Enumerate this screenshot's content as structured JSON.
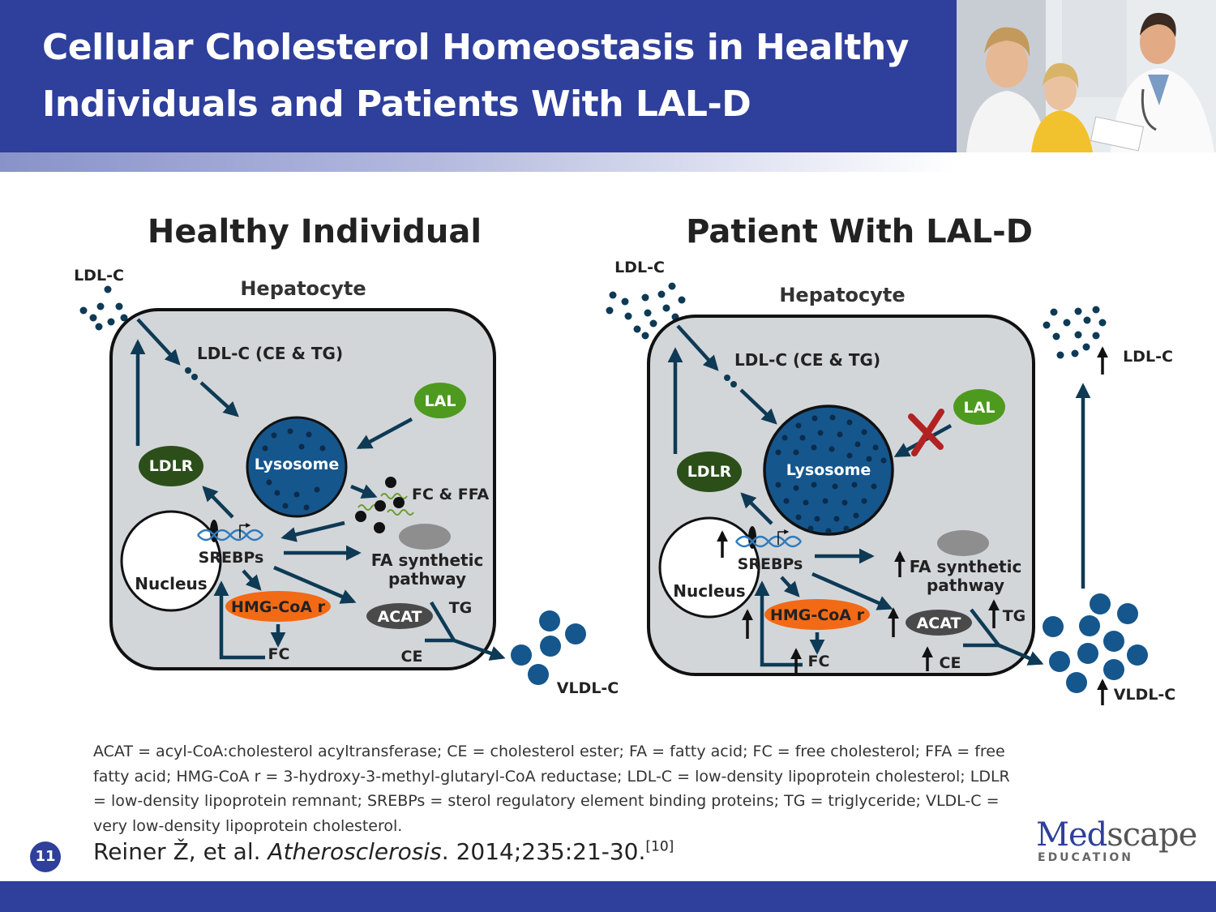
{
  "header": {
    "title_line1": "Cellular Cholesterol Homeostasis in Healthy",
    "title_line2": "Individuals and Patients With LAL-D"
  },
  "panels": {
    "healthy": {
      "title": "Healthy Individual",
      "cell_label": "Hepatocyte",
      "ldl_c_in": "LDL-C",
      "ldl_ce_tg": "LDL-C (CE & TG)",
      "lal": "LAL",
      "ldlr": "LDLR",
      "lysosome": "Lysosome",
      "fc_ffa": "FC & FFA",
      "nucleus": "Nucleus",
      "srebps": "SREBPs",
      "fa_line1": "FA synthetic",
      "fa_line2": "pathway",
      "hmg": "HMG-CoA r",
      "acat": "ACAT",
      "tg": "TG",
      "fc": "FC",
      "ce": "CE",
      "vldl": "VLDL-C"
    },
    "lald": {
      "title": "Patient With LAL-D",
      "cell_label": "Hepatocyte",
      "ldl_c_in": "LDL-C",
      "ldl_c_out": "LDL-C",
      "ldl_ce_tg": "LDL-C (CE & TG)",
      "lal": "LAL",
      "ldlr": "LDLR",
      "lysosome": "Lysosome",
      "nucleus": "Nucleus",
      "srebps": "SREBPs",
      "fa_line1": "FA synthetic",
      "fa_line2": "pathway",
      "hmg": "HMG-CoA r",
      "acat": "ACAT",
      "tg": "TG",
      "fc": "FC",
      "ce": "CE",
      "vldl": "VLDL-C"
    }
  },
  "footnote": "ACAT = acyl-CoA:cholesterol acyltransferase; CE = cholesterol ester; FA = fatty acid; FC = free cholesterol; FFA = free fatty acid; HMG-CoA r = 3-hydroxy-3-methyl-glutaryl-CoA reductase; LDL-C = low-density lipoprotein cholesterol; LDLR = low-density lipoprotein remnant; SREBPs = sterol regulatory element binding proteins; TG = triglyceride; VLDL-C = very low-density lipoprotein cholesterol.",
  "citation": {
    "authors": "Reiner Ž, et al. ",
    "journal": "Atherosclerosis",
    "details": ". 2014;235:21-30.",
    "ref": "[10]"
  },
  "slide_number": "11",
  "logo": {
    "part1": "Med",
    "part2": "scape",
    "sub": "EDUCATION"
  },
  "colors": {
    "header_blue": "#2e3f9c",
    "cell_fill": "#d3d6d9",
    "dark_navy": "#0e3a55",
    "lysosome_blue": "#15568d",
    "lal_green": "#4e9a1e",
    "ldlr_green": "#2c4f1a",
    "hmg_orange": "#f26a16",
    "acat_gray": "#4a4a4a",
    "block_red": "#b22222"
  }
}
